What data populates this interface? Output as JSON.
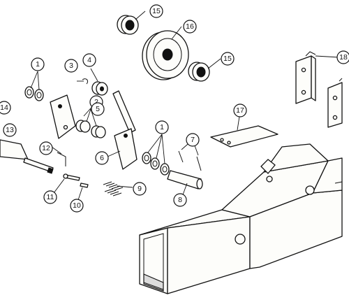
{
  "callouts": [
    {
      "id": "c1a",
      "label": "1"
    },
    {
      "id": "c1b",
      "label": "1"
    },
    {
      "id": "c2",
      "label": "2"
    },
    {
      "id": "c3",
      "label": "3"
    },
    {
      "id": "c4",
      "label": "4"
    },
    {
      "id": "c5",
      "label": "5"
    },
    {
      "id": "c6",
      "label": "6"
    },
    {
      "id": "c7",
      "label": "7"
    },
    {
      "id": "c8",
      "label": "8"
    },
    {
      "id": "c9",
      "label": "9"
    },
    {
      "id": "c10",
      "label": "10"
    },
    {
      "id": "c11",
      "label": "11"
    },
    {
      "id": "c12",
      "label": "12"
    },
    {
      "id": "c13",
      "label": "13"
    },
    {
      "id": "c14",
      "label": "14"
    },
    {
      "id": "c15a",
      "label": "15"
    },
    {
      "id": "c15b",
      "label": "15"
    },
    {
      "id": "c16",
      "label": "16"
    },
    {
      "id": "c17",
      "label": "17"
    },
    {
      "id": "c18",
      "label": "18"
    }
  ]
}
